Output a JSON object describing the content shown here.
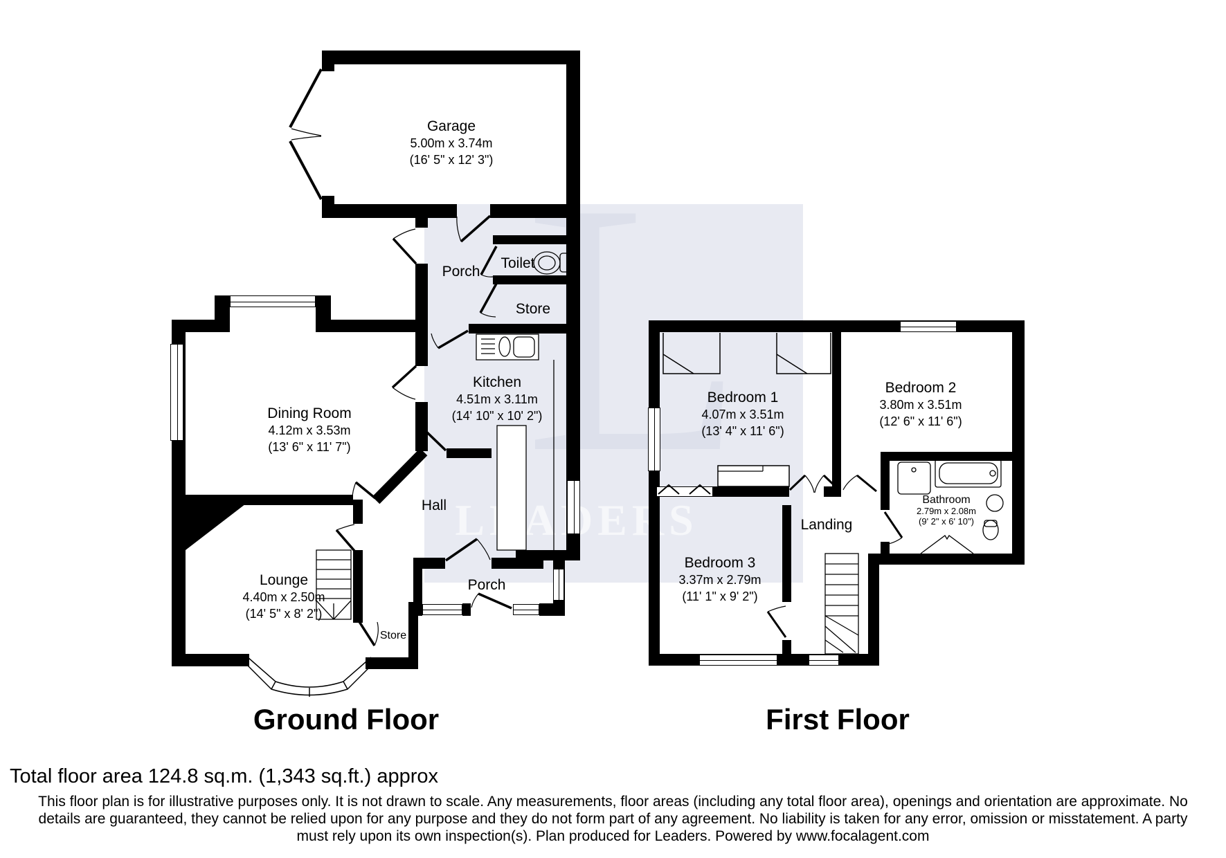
{
  "watermark": {
    "brand": "LEADERS",
    "letter": "L"
  },
  "ground_floor": {
    "label": "Ground Floor",
    "rooms": [
      {
        "name": "Garage",
        "dim_m": "5.00m x 3.74m",
        "dim_ft": "(16' 5\" x 12' 3\")"
      },
      {
        "name": "Porch",
        "dim_m": "",
        "dim_ft": ""
      },
      {
        "name": "Toilet",
        "dim_m": "",
        "dim_ft": ""
      },
      {
        "name": "Store",
        "dim_m": "",
        "dim_ft": ""
      },
      {
        "name": "Kitchen",
        "dim_m": "4.51m x 3.11m",
        "dim_ft": "(14' 10\" x 10' 2\")"
      },
      {
        "name": "Dining Room",
        "dim_m": "4.12m x 3.53m",
        "dim_ft": "(13' 6\" x 11' 7\")"
      },
      {
        "name": "Hall",
        "dim_m": "",
        "dim_ft": ""
      },
      {
        "name": "Lounge",
        "dim_m": "4.40m x 2.50m",
        "dim_ft": "(14' 5\" x 8' 2\")"
      },
      {
        "name": "Porch",
        "dim_m": "",
        "dim_ft": ""
      },
      {
        "name": "Store",
        "dim_m": "",
        "dim_ft": ""
      }
    ]
  },
  "first_floor": {
    "label": "First Floor",
    "rooms": [
      {
        "name": "Bedroom 1",
        "dim_m": "4.07m x 3.51m",
        "dim_ft": "(13' 4\" x 11' 6\")"
      },
      {
        "name": "Bedroom 2",
        "dim_m": "3.80m x 3.51m",
        "dim_ft": "(12' 6\" x 11' 6\")"
      },
      {
        "name": "Bedroom 3",
        "dim_m": "3.37m x 2.79m",
        "dim_ft": "(11' 1\" x 9' 2\")"
      },
      {
        "name": "Landing",
        "dim_m": "",
        "dim_ft": ""
      },
      {
        "name": "Bathroom",
        "dim_m": "2.79m x 2.08m",
        "dim_ft": "(9' 2\" x 6' 10\")"
      }
    ]
  },
  "footer": {
    "total_area": "Total floor area 124.8 sq.m. (1,343 sq.ft.) approx",
    "disclaimer": "This floor plan is for illustrative purposes only. It is not drawn to scale. Any measurements, floor areas (including any total floor area), openings and orientation are approximate. No details are guaranteed, they cannot be relied upon for any purpose and they do not form part of any agreement. No liability is taken for any error, omission or misstatement. A party must rely upon its own inspection(s). Plan produced for Leaders. Powered by www.focalagent.com"
  }
}
